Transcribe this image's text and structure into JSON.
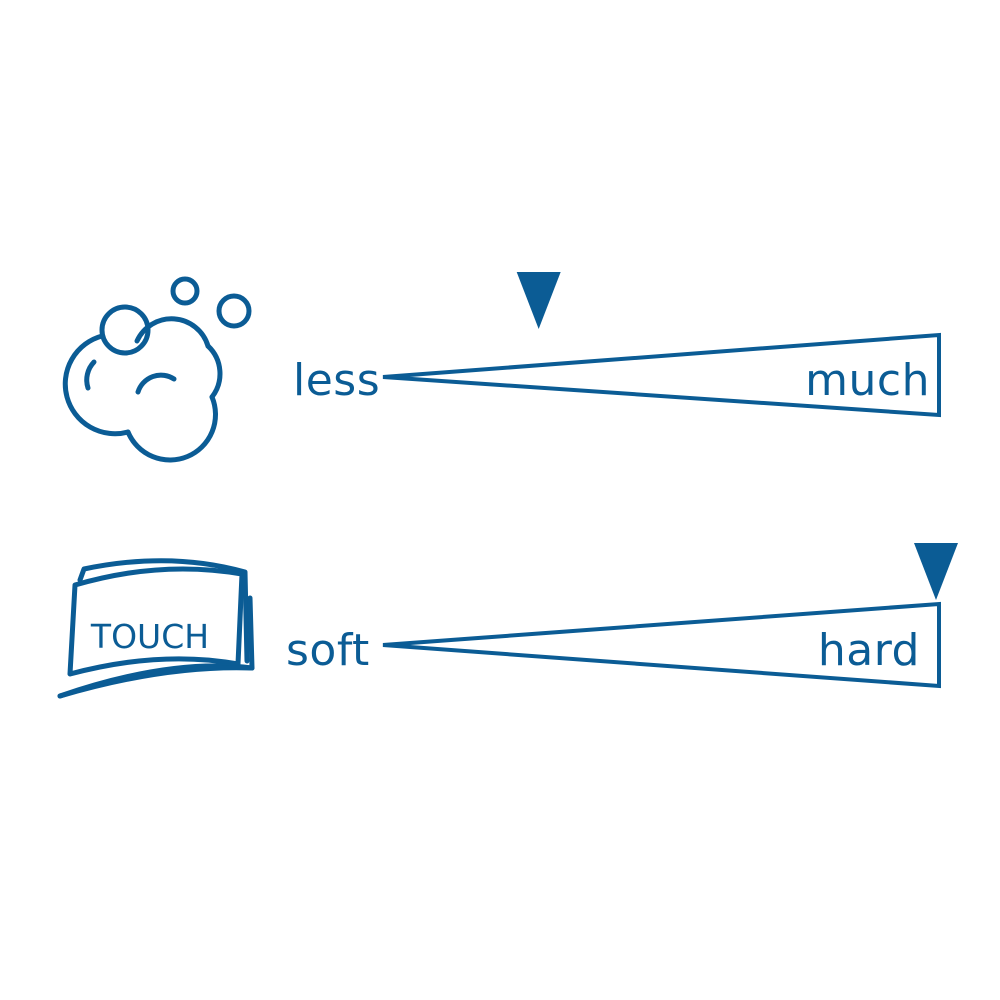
{
  "colors": {
    "primary": "#0b5c95",
    "background": "#ffffff"
  },
  "scales": [
    {
      "icon": "foam-bubbles-icon",
      "min_label": "less",
      "max_label": "much",
      "level": 0.28
    },
    {
      "icon": "touch-cloth-icon",
      "icon_text": "TOUCH",
      "min_label": "soft",
      "max_label": "hard",
      "level": 1.0
    }
  ]
}
